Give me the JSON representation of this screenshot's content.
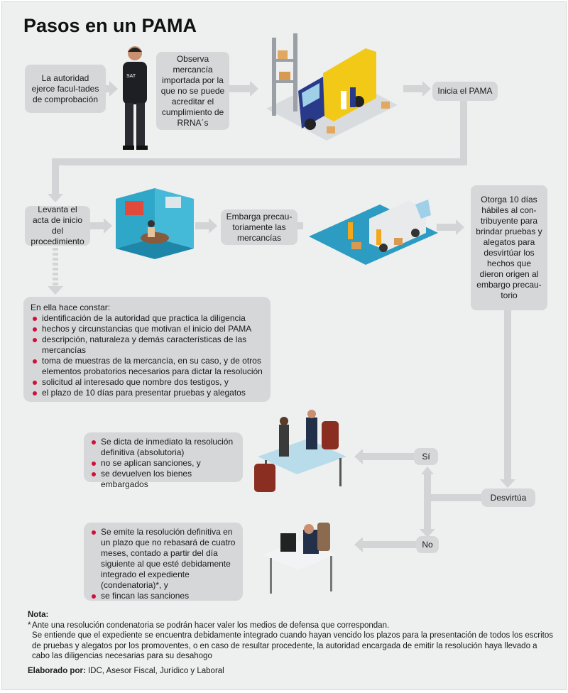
{
  "title": "Pasos en un PAMA",
  "steps": {
    "s1": "La autoridad ejerce facul-tades de comprobación",
    "s2": "Observa mercancía importada por la que no se puede acreditar el cumplimiento de RRNA´s",
    "s3": "Inicia el PAMA",
    "s4": "Levanta el acta de inicio del procedimiento",
    "s5": "Embarga precau-toriamente las mercancías",
    "s6": "Otorga 10 días hábiles al con-tribuyente para brindar  pruebas y alegatos para desvirtúar los hechos que dieron origen al embargo precau-torio",
    "desvirtua": "Desvirtúa",
    "si": "Sí",
    "no": "No"
  },
  "acta": {
    "heading": "En ella hace constar:",
    "items": [
      "identificación de la autoridad que practica la diligencia",
      "hechos y circunstancias que motivan el inicio del PAMA",
      "descripción, naturaleza y demás características de las mercancías",
      "toma de muestras de la mercancía, en su caso, y de otros elementos probatorios necesarios para dictar la resolución",
      "solicitud al interesado que nombre dos testigos, y",
      "el plazo de 10 días para presentar pruebas y alegatos"
    ]
  },
  "si_result": [
    "Se dicta de inmediato la resolución definitiva (absolutoria)",
    "no se aplican sanciones, y",
    "se devuelven los bienes embargados"
  ],
  "no_result": [
    "Se emite la resolución definitiva en un plazo que no rebasará de cuatro meses, contado a partir del día siguiente al que esté debidamente integrado el expediente (condenatoria)*, y",
    "se fincan las sanciones"
  ],
  "note": {
    "label": "Nota:",
    "star": "*",
    "line1": "Ante una resolución condenatoria se podrán hacer valer los medios de defensa que correspondan.",
    "line2": "Se entiende que el expediente se encuentra debidamente integrado cuando hayan vencido los plazos para la presentación de todos los escritos de pruebas y alegatos por los promoventes, o en caso de resultar procedente, la autoridad encargada de emitir la resolución haya llevado a cabo las diligencias necesarias para su desahogo",
    "credit_label": "Elaborado por:",
    "credit": "IDC, Asesor Fiscal, Jurídico y Laboral"
  },
  "officer_badge": "SAT"
}
